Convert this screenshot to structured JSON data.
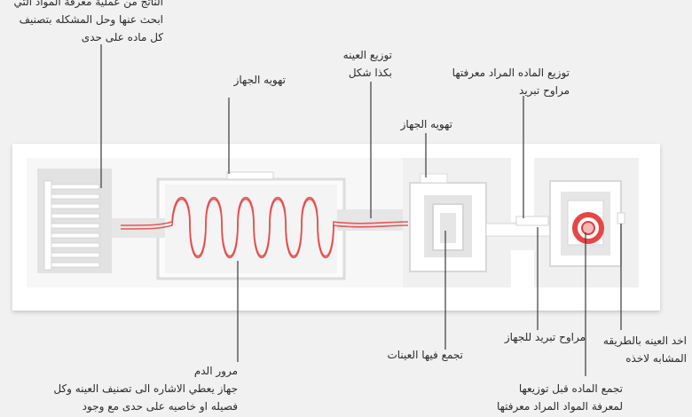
{
  "labels": {
    "top_left": "الناتج من عملية معرفة المواد التي\nابحث عنها وحل المشكله بتصنيف\nكل ماده على حدى",
    "ventilation_1": "تهويه  الجهاز",
    "sample_distribution": "توزيع العينه\nبكذا شكل",
    "material_distribution": "توزيع الماده المراد معرفتها\nمراوح تبريد",
    "ventilation_2": "تهويه  الجهاز",
    "blood_flow": "مرور الدم\nجهاز يعطي الاشاره الى تصنيف العينه وكل\nفصيله او خاصيه على حدى مع وجود",
    "cooling_fans": "مراوح تبريد للجهاز",
    "collection": "تجمع فيها العينات",
    "sample_intake": "اخد العينه بالطريقه\nالمشابه لاخذه",
    "material_collection": "تجمع الماده قبل توزيعها\nلمعرفة المواد المراد معرفتها"
  },
  "colors": {
    "background": "#f1f1f1",
    "device": "#ffffff",
    "channel": "#e5e5e5",
    "red": "#e84646",
    "leader": "#3a3a3a"
  }
}
